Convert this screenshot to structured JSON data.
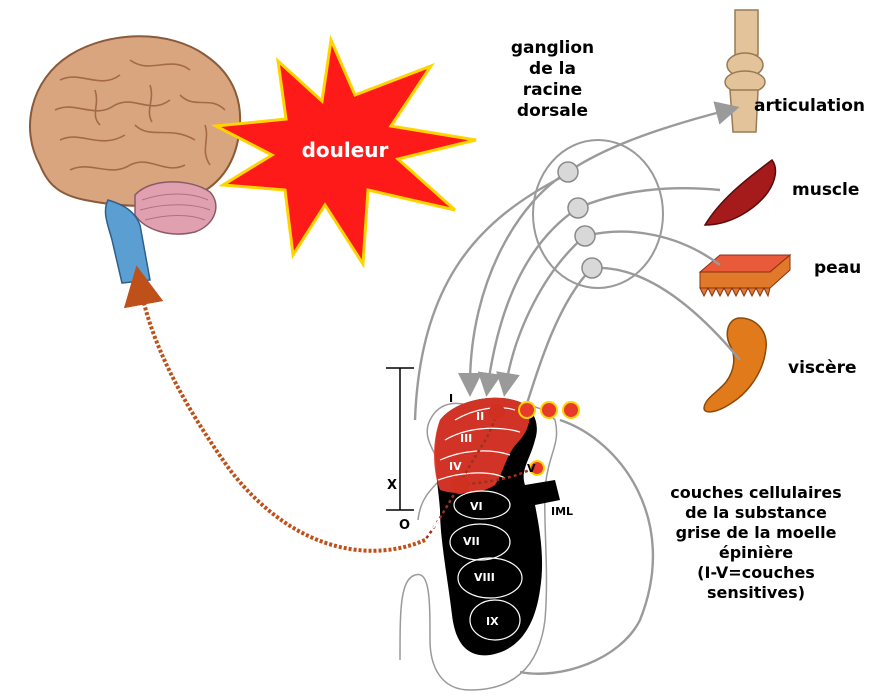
{
  "pain_label": "douleur",
  "structures": {
    "ganglion": [
      "ganglion",
      "de la",
      "racine",
      "dorsale"
    ],
    "articulation": "articulation",
    "muscle": "muscle",
    "skin": "peau",
    "viscera": "viscère"
  },
  "spinal_layers": [
    "I",
    "II",
    "III",
    "IV",
    "V",
    "VI",
    "VII",
    "VIII",
    "IX",
    "X",
    "IML"
  ],
  "zone_marks": [
    "X",
    "O"
  ],
  "caption": [
    "couches cellulaires",
    "de la substance",
    "grise de la moelle",
    "épinière",
    "(I-V=couches",
    "sensitives)"
  ],
  "colors": {
    "pain_burst": "#ff1a1a",
    "pain_burst_outline": "#ffd400",
    "brain": "#d9a57f",
    "cerebellum": "#e0a0b0",
    "brainstem": "#5b9fd2",
    "spinal_cord_grey": "#000000",
    "sensory_layers": "#e83a2a",
    "pathway": "#9a9a9a",
    "ascending_tract": "#c0501a"
  }
}
